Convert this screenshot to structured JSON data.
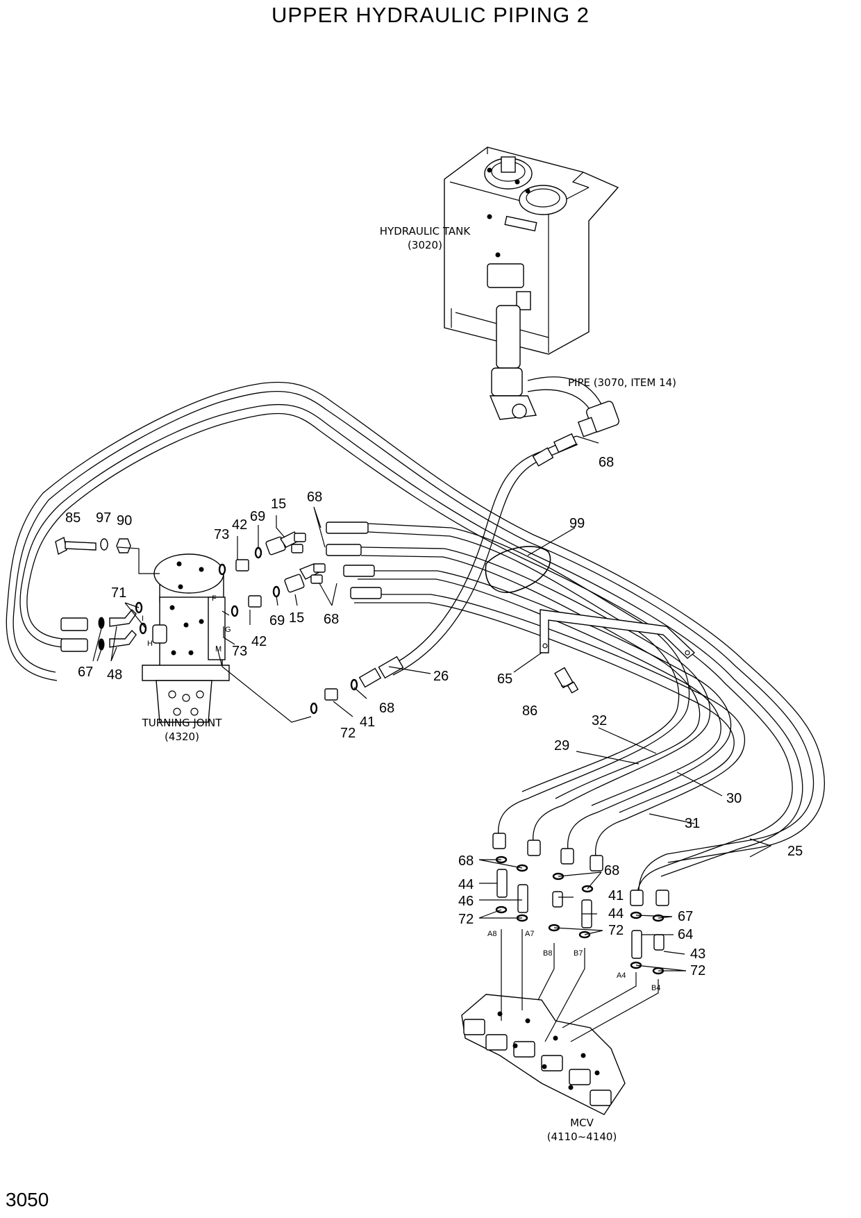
{
  "title": "UPPER HYDRAULIC PIPING 2",
  "page_number": "3050",
  "components": {
    "hydraulic_tank": {
      "name": "HYDRAULIC TANK",
      "ref": "(3020)"
    },
    "pipe": {
      "name": "PIPE (3070, ITEM 14)"
    },
    "turning_joint": {
      "name": "TURNING JOINT",
      "ref": "(4320)"
    },
    "mcv": {
      "name": "MCV",
      "ref": "(4110~4140)"
    }
  },
  "turning_joint_ports": [
    "F",
    "G",
    "H",
    "I",
    "M"
  ],
  "mcv_ports": [
    "A8",
    "A7",
    "B8",
    "B7",
    "A4",
    "B4"
  ],
  "callouts": {
    "c68_pipe": "68",
    "c85": "85",
    "c97": "97",
    "c90": "90",
    "c73_top": "73",
    "c42_top": "42",
    "c69_top": "69",
    "c15_top": "15",
    "c68_top": "68",
    "c99": "99",
    "c71": "71",
    "c67_tj": "67",
    "c48": "48",
    "c69_bot": "69",
    "c15_bot": "15",
    "c68_bot": "68",
    "c73_bot": "73",
    "c42_bot": "42",
    "c26": "26",
    "c65": "65",
    "c68_mid": "68",
    "c86": "86",
    "c41_mid": "41",
    "c72_mid": "72",
    "c32": "32",
    "c29": "29",
    "c30": "30",
    "c31": "31",
    "c25": "25",
    "c68_mcv1": "68",
    "c68_mcv2": "68",
    "c44_a": "44",
    "c46": "46",
    "c41_mcv": "41",
    "c44_b": "44",
    "c72_mcv1": "72",
    "c72_mcv2": "72",
    "c67_mcv": "67",
    "c64": "64",
    "c43": "43",
    "c72_mcv3": "72"
  }
}
